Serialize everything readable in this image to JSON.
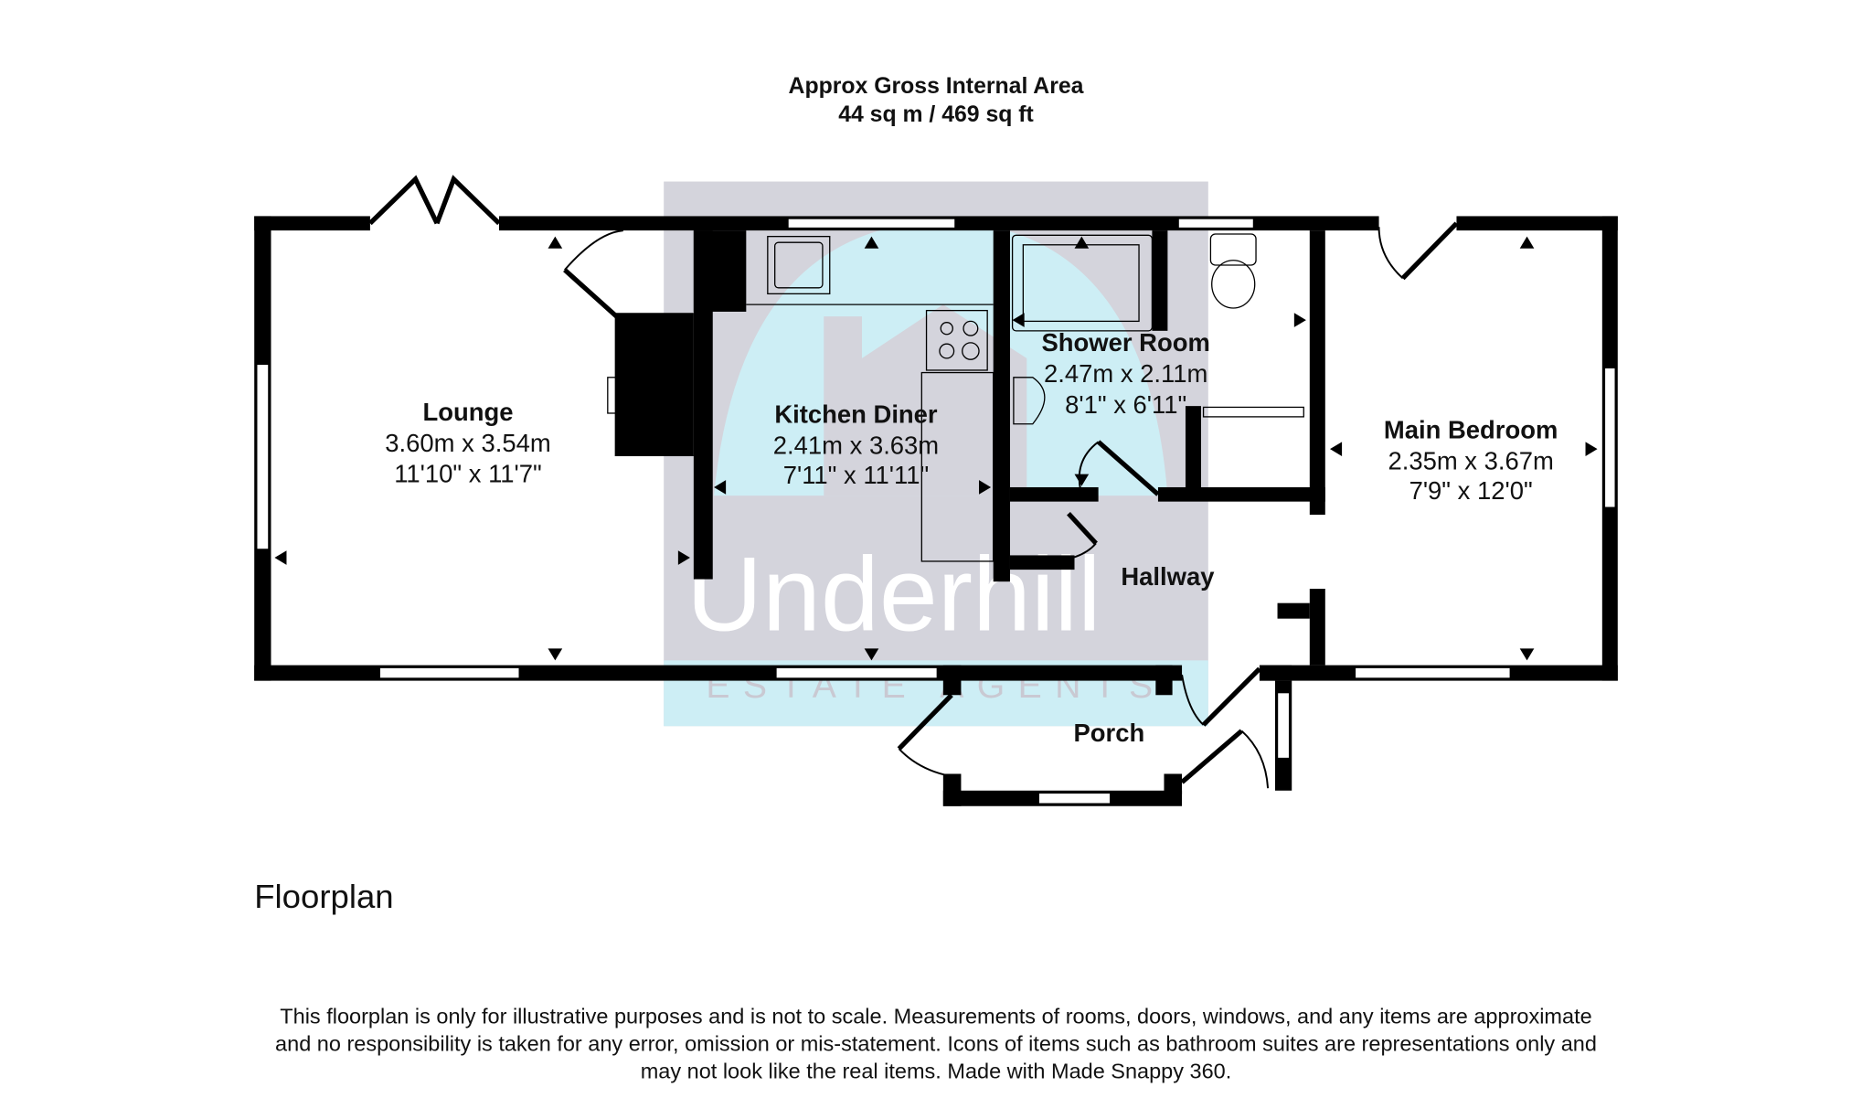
{
  "header": {
    "title": "Approx Gross Internal Area",
    "area": "44 sq m / 469 sq ft"
  },
  "rooms": [
    {
      "name": "Lounge",
      "metric": "3.60m x 3.54m",
      "imperial": "11'10\" x 11'7\""
    },
    {
      "name": "Kitchen Diner",
      "metric": "2.41m x 3.63m",
      "imperial": "7'11\" x 11'11\""
    },
    {
      "name": "Shower Room",
      "metric": "2.47m x 2.11m",
      "imperial": "8'1\" x 6'11\""
    },
    {
      "name": "Main Bedroom",
      "metric": "2.35m x 3.67m",
      "imperial": "7'9\" x 12'0\""
    },
    {
      "name": "Hallway"
    },
    {
      "name": "Porch"
    }
  ],
  "watermark": {
    "brand": "Underhill",
    "tagline": "ESTATE AGENTS",
    "gray": "#d4d4dc",
    "cyan": "#cdeef5"
  },
  "floor_label": "Floorplan",
  "disclaimer": [
    "This floorplan is only for illustrative purposes and is not to scale. Measurements of rooms, doors, windows, and any items are approximate",
    "and no responsibility is taken for any error, omission or mis-statement. Icons of items such as bathroom suites are representations only and",
    "may not look like the real items. Made with Made Snappy 360."
  ]
}
